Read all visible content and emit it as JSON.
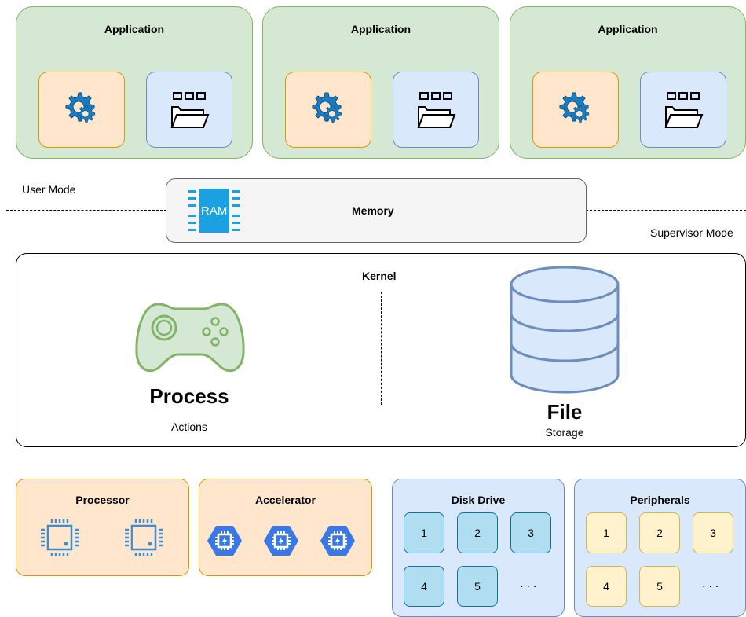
{
  "applications": [
    {
      "title": "Application"
    },
    {
      "title": "Application"
    },
    {
      "title": "Application"
    }
  ],
  "modes": {
    "user": "User Mode",
    "supervisor": "Supervisor Mode"
  },
  "memory": {
    "label": "Memory",
    "ram_text": "RAM"
  },
  "kernel": {
    "title": "Kernel",
    "process": {
      "title": "Process",
      "subtitle": "Actions"
    },
    "file": {
      "title": "File",
      "subtitle": "Storage"
    }
  },
  "hardware": {
    "processor": {
      "title": "Processor"
    },
    "accelerator": {
      "title": "Accelerator"
    },
    "disk_drive": {
      "title": "Disk Drive",
      "slots": [
        "1",
        "2",
        "3",
        "4",
        "5"
      ],
      "more": "..."
    },
    "peripherals": {
      "title": "Peripherals",
      "slots": [
        "1",
        "2",
        "3",
        "4",
        "5"
      ],
      "more": "..."
    }
  },
  "colors": {
    "app_fill": "#d5e8d4",
    "app_stroke": "#82b366",
    "orange_fill": "#ffe6cc",
    "orange_stroke": "#d79b00",
    "blue_fill": "#dae8fc",
    "blue_stroke": "#6c8ebf",
    "gear": "#1a7bbf",
    "chip": "#3d8fd1",
    "accelerator_hex": "#3b78e7"
  },
  "icons": [
    "gear-icon",
    "folder-chips-icon",
    "ram-icon",
    "gamepad-icon",
    "database-icon",
    "cpu-chip-icon",
    "accelerator-chip-icon"
  ]
}
